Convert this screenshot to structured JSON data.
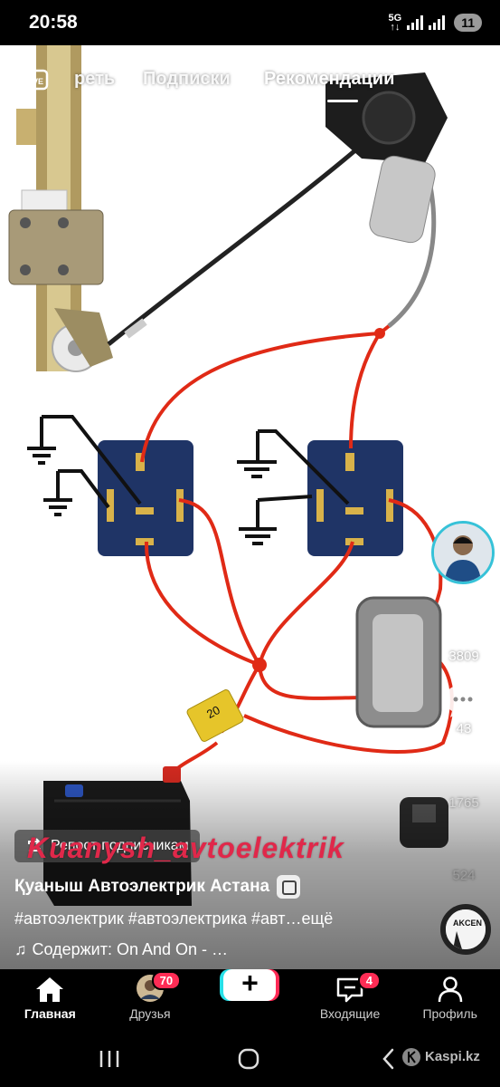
{
  "status_bar": {
    "time": "20:58",
    "network": "5G",
    "battery": "11"
  },
  "top_nav": {
    "tabs": [
      "Смотреть",
      "Подписки",
      "Рекомендации"
    ],
    "visible_first_tab": "реть",
    "active_tab": "Рекомендации"
  },
  "right_rail": {
    "likes": "3809",
    "comments": "43",
    "saves": "1765",
    "shares": "524"
  },
  "video_overlay": {
    "repost_label": "Репост подписчикам",
    "watermark": "Kuanysh_avtoelektrik",
    "fuse_label": "20"
  },
  "post": {
    "author": "Қуаныш Автоэлектрик Астана",
    "hashtags": "#автоэлектрик #автоэлектрика #авт…",
    "more": "ещё",
    "music": "Содержит: On And On - …",
    "music_disc_text": "AKCEN"
  },
  "tab_bar": {
    "home": "Главная",
    "friends": "Друзья",
    "friends_badge": "70",
    "inbox": "Входящие",
    "inbox_badge": "4",
    "profile": "Профиль"
  },
  "system_nav": {
    "kaspi": "Kaspi.kz"
  },
  "colors": {
    "wire": "#e02a16",
    "accent_cyan": "#36c2d8",
    "badge": "#ff2c55",
    "watermark": "#e0284a"
  }
}
